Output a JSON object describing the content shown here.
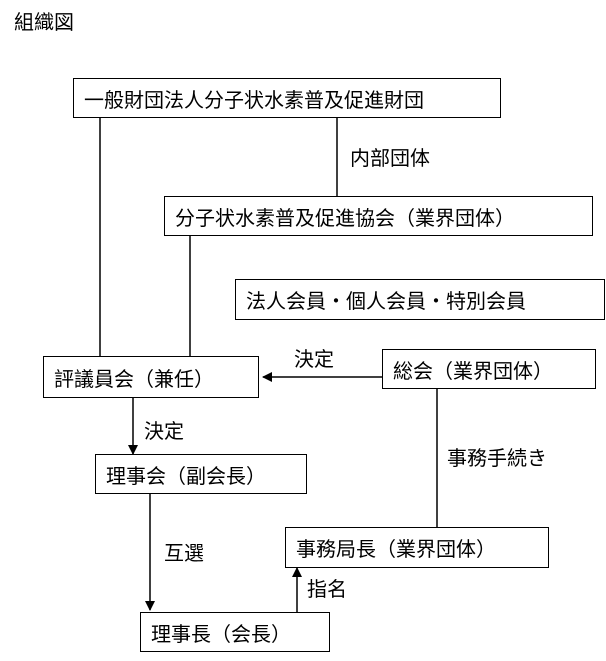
{
  "diagram": {
    "title": "組織図",
    "nodes": {
      "foundation": "一般財団法人分子状水素普及促進財団",
      "association": "分子状水素普及促進協会（業界団体）",
      "members": "法人会員・個人会員・特別会員",
      "council": "評議員会（兼任）",
      "general_meeting": "総会（業界団体）",
      "board": "理事会（副会長）",
      "secretary_general": "事務局長（業界団体）",
      "chairman": "理事長（会長）"
    },
    "edge_labels": {
      "internal_group": "内部団体",
      "decision_1": "決定",
      "decision_2": "決定",
      "office_procedures": "事務手続き",
      "mutual_election": "互選",
      "appointment": "指名"
    },
    "colors": {
      "line": "#000000",
      "background": "#ffffff"
    }
  }
}
